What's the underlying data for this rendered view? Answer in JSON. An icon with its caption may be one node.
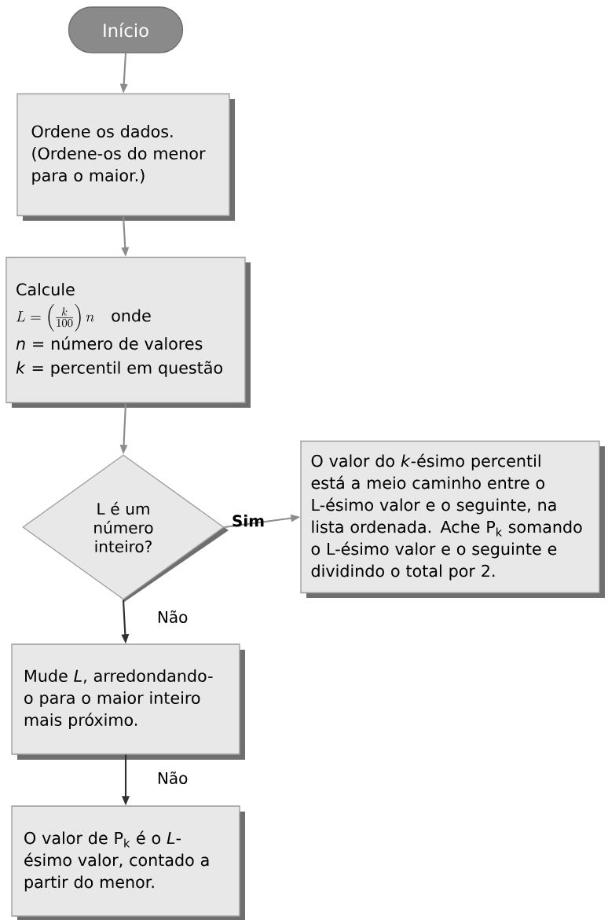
{
  "diagram": {
    "nodes": [
      {
        "text": [
          "Início"
        ]
      },
      {
        "text": [
          "Ordene os dados. (Ordene-os do menor para o maior.)"
        ]
      },
      {
        "text": [
          "Calcule",
          "L = \\left(\\frac{k}{100}\\right)n",
          "onde",
          "*n* = número de valores",
          "*k* = percentil em questão"
        ]
      },
      {
        "text": [
          "L é um número inteiro?"
        ]
      },
      {
        "text": [
          "O valor do *k*-ésimo percentil está a meio caminho entre o L-ésimo valor e o seguinte, na lista ordenada. Ache P$_{k}$ somando o L-ésimo valor e o seguinte e dividindo o total por 2."
        ]
      },
      {
        "text": [
          "Mude *L*, arredondando-o para o maior inteiro mais próximo."
        ]
      },
      {
        "text": [
          "O valor de P$_{k}$ é o *L*-ésimo valor, contado a partir do menor."
        ]
      }
    ],
    "edges": [
      {
        "from": 0,
        "to": 1,
        "arrow": "to"
      },
      {
        "from": 1,
        "to": 2,
        "arrow": "to"
      },
      {
        "from": 2,
        "to": 3,
        "arrow": "to"
      },
      {
        "from": 3,
        "to": 4,
        "arrow": "to",
        "label": "Sim"
      },
      {
        "from": 3,
        "to": 5,
        "arrow": "to",
        "label": "Não",
        "color": "#303030"
      },
      {
        "from": 5,
        "to": 6,
        "arrow": "to",
        "label": "Não",
        "color": "#303030"
      }
    ]
  }
}
